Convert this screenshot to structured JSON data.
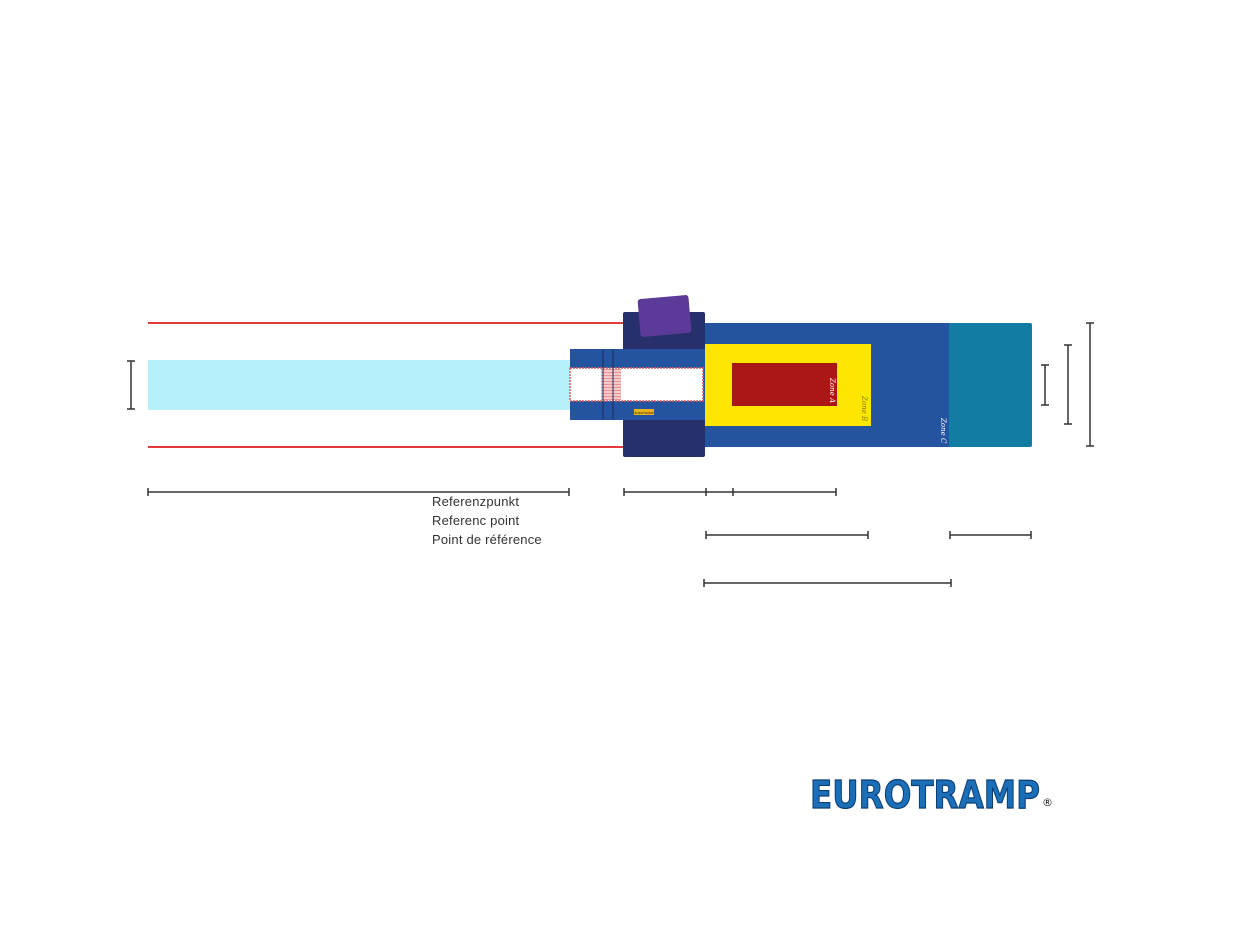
{
  "reference": {
    "de": "Referenzpunkt",
    "en": "Referenc point",
    "fr": "Point de référence"
  },
  "zones": {
    "a": "Zone A",
    "b": "Zone B",
    "c": "Zone C"
  },
  "brand": {
    "logo_text": "EUROTRAMP",
    "registered_mark": "®",
    "plate_text": "EUROTRAMP"
  },
  "colors": {
    "runway": "#b6f0fb",
    "lane_lines": "#e53a3a",
    "frame_blue": "#2453a0",
    "frame_dark": "#27306a",
    "mat": "#2453a0",
    "zone_b": "#ffe600",
    "zone_a": "#ab1717",
    "zone_c_extension": "#127ca3",
    "block": "#5b3a99",
    "logo": "#1a6fb8"
  }
}
